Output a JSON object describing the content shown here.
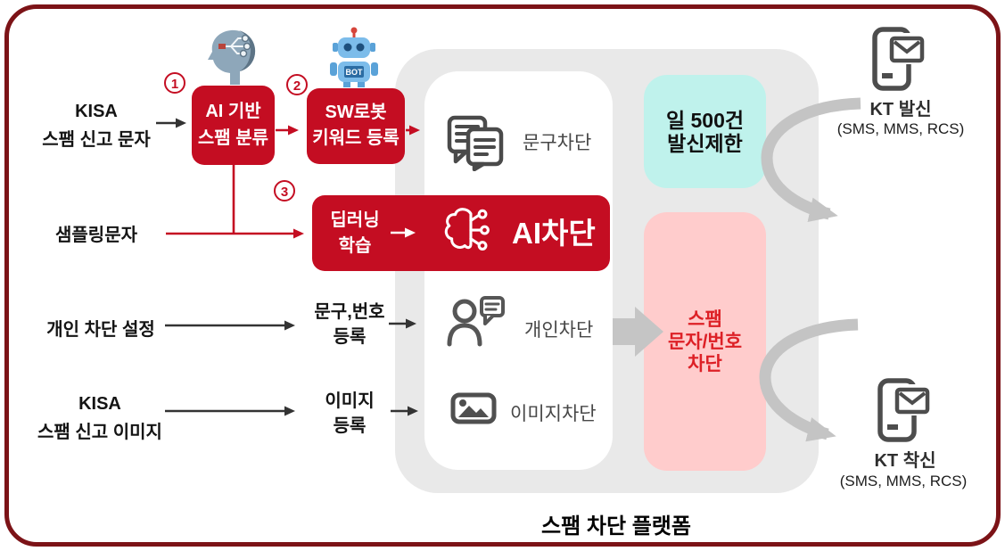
{
  "colors": {
    "accent_red": "#c40d22",
    "frame_maroon": "#7c1317",
    "platform_gray": "#e9e9e9",
    "limit_cyan": "#bff2ec",
    "block_pink": "#ffcccc",
    "flow_arrow_gray": "#c4c4c4"
  },
  "inputs": {
    "kisa_sms_line1": "KISA",
    "kisa_sms_line2": "스팸 신고 문자",
    "sampling": "샘플링문자",
    "personal_setting": "개인 차단 설정",
    "kisa_image_line1": "KISA",
    "kisa_image_line2": "스팸 신고 이미지"
  },
  "steps": {
    "s1_num": "1",
    "s1_line1": "AI 기반",
    "s1_line2": "스팸 분류",
    "s2_num": "2",
    "s2_line1": "SW로봇",
    "s2_line2": "키워드 등록",
    "s3_num": "3",
    "s3_line1": "딥러닝",
    "s3_line2": "학습"
  },
  "robot_label": "BOT",
  "register": {
    "phrase_line1": "문구,번호",
    "phrase_line2": "등록",
    "image_line1": "이미지",
    "image_line2": "등록"
  },
  "platform": {
    "label": "스팸 차단 플랫폼",
    "filter_phrase": "문구차단",
    "filter_ai": "AI차단",
    "filter_personal": "개인차단",
    "filter_image": "이미지차단",
    "limit_line1": "일 500건",
    "limit_line2": "발신제한",
    "block_line1": "스팸",
    "block_line2": "문자/번호",
    "block_line3": "차단"
  },
  "endpoints": {
    "outbound_label": "KT 발신",
    "outbound_sub": "(SMS, MMS, RCS)",
    "inbound_label": "KT 착신",
    "inbound_sub": "(SMS, MMS, RCS)"
  },
  "icons": {
    "ai-head-icon": "human head profile with circuit brain",
    "robot-icon": "software bot robot",
    "message-block-icon": "stacked text messages",
    "brain-icon": "deep learning brain circuit",
    "person-block-icon": "person with speech bubble",
    "image-block-icon": "picture frame with mountains",
    "phone-message-icon": "mobile phone with envelope",
    "flow-arrow-icon": "curved gray flow arrow"
  }
}
